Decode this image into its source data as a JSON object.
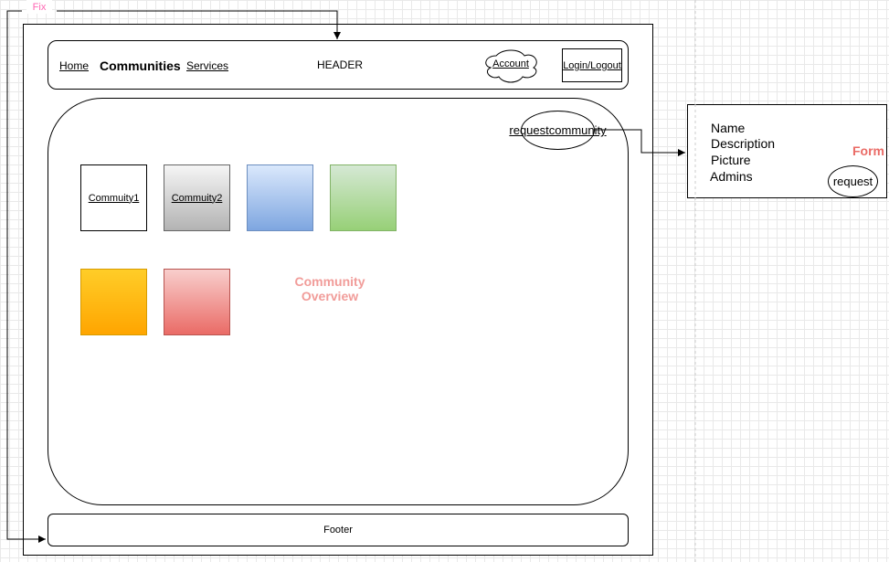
{
  "fix_label": "Fix",
  "header": {
    "nav": {
      "home": "Home",
      "brand": "Communities",
      "services": "Services"
    },
    "title": "HEADER",
    "account": "Account",
    "login": "Login/Logout"
  },
  "main": {
    "request_button": {
      "line1": "request",
      "line2": "community"
    },
    "tiles": [
      "Commuity1",
      "Commuity2",
      "",
      "",
      "",
      ""
    ],
    "overview_label": {
      "line1": "Community",
      "line2": "Overview"
    }
  },
  "footer": {
    "label": "Footer"
  },
  "form": {
    "title": "Form",
    "fields": [
      "Name",
      "Description",
      "Picture",
      "Admins"
    ],
    "request_button": "request"
  },
  "colors": {
    "fix_pink": "#ff66b3",
    "overview_pink": "#f19c99",
    "form_title_red": "#ea6b66",
    "tile_blue": "#7ea6e0",
    "tile_green": "#97d077",
    "tile_orange": "#ffa500",
    "tile_red": "#ea6b66",
    "tile_gray": "#b3b3b3"
  }
}
